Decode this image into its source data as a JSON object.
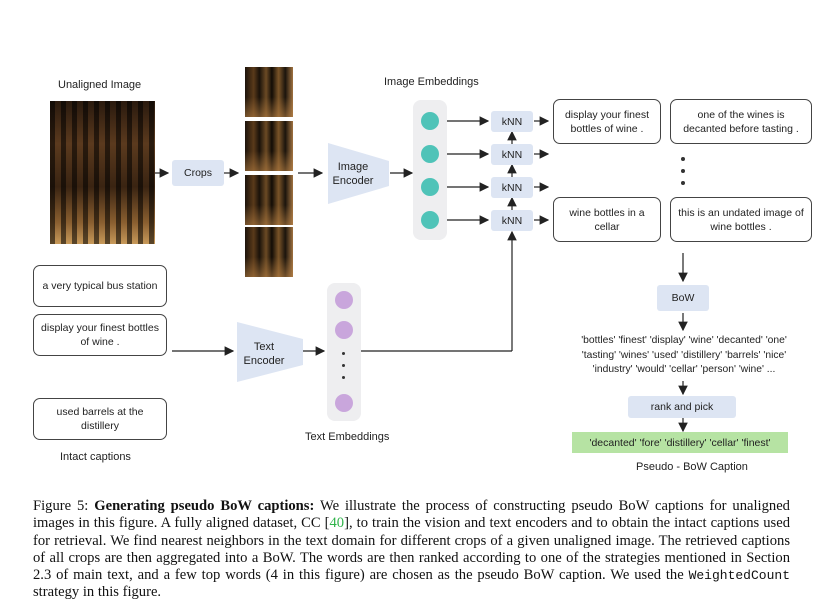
{
  "figure": {
    "unaligned_image_label": "Unaligned Image",
    "crops_label": "Crops",
    "image_encoder_label": "Image Encoder",
    "text_encoder_label": "Text Encoder",
    "image_embeddings_label": "Image Embeddings",
    "text_embeddings_label": "Text Embeddings",
    "knn_label": "kNN",
    "retrieved_captions": [
      "display your finest bottles of wine .",
      "one of the wines is decanted before tasting .",
      "wine bottles in a cellar",
      "this is an undated image of wine bottles ."
    ],
    "intact_captions": [
      "a very typical bus station",
      "display your finest bottles of wine .",
      "used barrels at the distillery"
    ],
    "intact_captions_label": "Intact captions",
    "bow_label": "BoW",
    "bow_words": [
      "'bottles' 'finest' 'display' 'wine' 'decanted' 'one'",
      "'tasting' 'wines' 'used' 'distillery' 'barrels' 'nice'",
      "'industry' 'would' 'cellar' 'person' 'wine' ..."
    ],
    "rank_label": "rank and pick",
    "pseudo_caption": "'decanted' 'fore' 'distillery' 'cellar' 'finest'",
    "pseudo_caption_label": "Pseudo - BoW Caption",
    "colors": {
      "image_embedding": "#4fc3b8",
      "text_embedding": "#c9a6dc",
      "encoder": "#dde5f3",
      "pseudo_caption_bg": "#b6e3a3",
      "citation": "#2fb34a"
    }
  },
  "caption": {
    "figure_number": "Figure 5:",
    "bold_title": "Generating pseudo BoW captions:",
    "part1": " We illustrate the process of constructing pseudo BoW captions for unaligned images in this figure. A fully aligned dataset, CC [",
    "citation": "40",
    "part2": "], to train the vision and text encoders and to obtain the intact captions used for retrieval. We find nearest neighbors in the text domain for different crops of a given unaligned image. The retrieved captions of all crops are then aggregated into a BoW. The words are then ranked according to one of the strategies mentioned in Section 2.3 of main text, and a few top words (4 in this figure) are chosen as the pseudo BoW caption. We used the ",
    "strategy": "WeightedCount",
    "part3": " strategy in this figure."
  }
}
